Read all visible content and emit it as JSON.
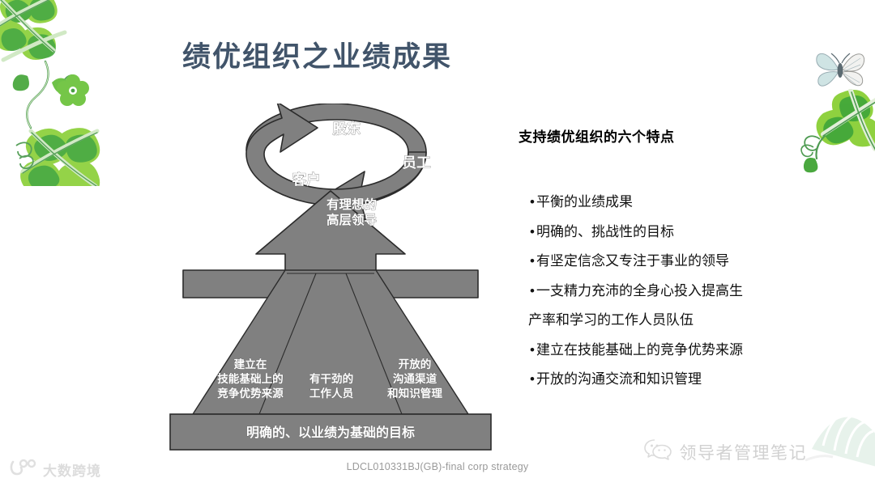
{
  "slide": {
    "title": "绩优组织之业绩成果",
    "title_color": "#41546a",
    "background_color": "#ffffff",
    "footer": "LDCL010331BJ(GB)-final corp strategy"
  },
  "diagram": {
    "fill_color": "#808080",
    "outline_color": "#2b2b2b",
    "label_color": "#ffffff",
    "cycle": {
      "top": "股东",
      "right": "员工",
      "left": "客户"
    },
    "arrow": {
      "line1": "有理想的",
      "line2": "高层领导"
    },
    "pillars": [
      {
        "line1": "建立在",
        "line2": "技能基础上的",
        "line3": "竞争优势来源"
      },
      {
        "line1": "有干劲的",
        "line2": "工作人员",
        "line3": ""
      },
      {
        "line1": "开放的",
        "line2": "沟通渠道",
        "line3": "和知识管理"
      }
    ],
    "base": "明确的、以业绩为基础的目标"
  },
  "right_panel": {
    "heading": "支持绩优组织的六个特点",
    "bullet_char": "•",
    "bullets": [
      {
        "text": "平衡的业绩成果",
        "bulleted": true
      },
      {
        "text": "明确的、挑战性的目标",
        "bulleted": true
      },
      {
        "text": "有坚定信念又专注于事业的领导",
        "bulleted": true
      },
      {
        "text": "一支精力充沛的全身心投入提高生",
        "bulleted": true
      },
      {
        "text": "产率和学习的工作人员队伍",
        "bulleted": false
      },
      {
        "text": "建立在技能基础上的竞争优势来源",
        "bulleted": true
      },
      {
        "text": "开放的沟通交流和知识管理",
        "bulleted": true
      }
    ]
  },
  "watermarks": {
    "left": "大数跨境",
    "right": "领导者管理笔记"
  },
  "decorations": {
    "top_left": "green-clover-vine",
    "top_right": "butterfly",
    "right": "green-clover-vine",
    "bottom_right": "teal-fan"
  }
}
